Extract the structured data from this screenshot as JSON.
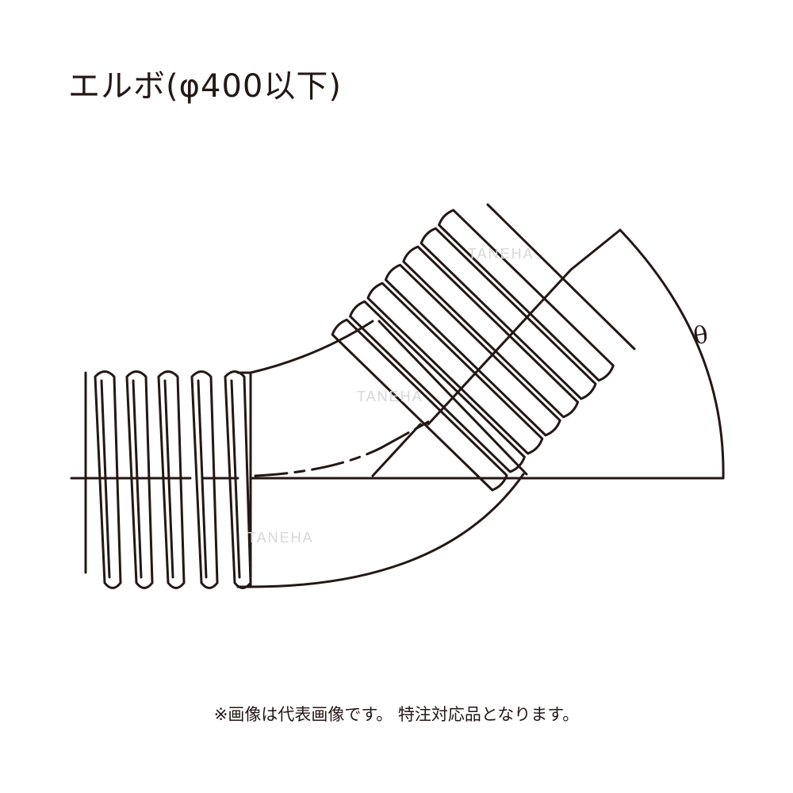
{
  "title": "エルボ(φ400以下)",
  "angle_label": "θ",
  "note": "※画像は代表画像です。 特注対応品となります。",
  "watermark": "TANEHA",
  "colors": {
    "line": "#231815",
    "background": "#ffffff",
    "watermark": "#d8d8d8"
  }
}
